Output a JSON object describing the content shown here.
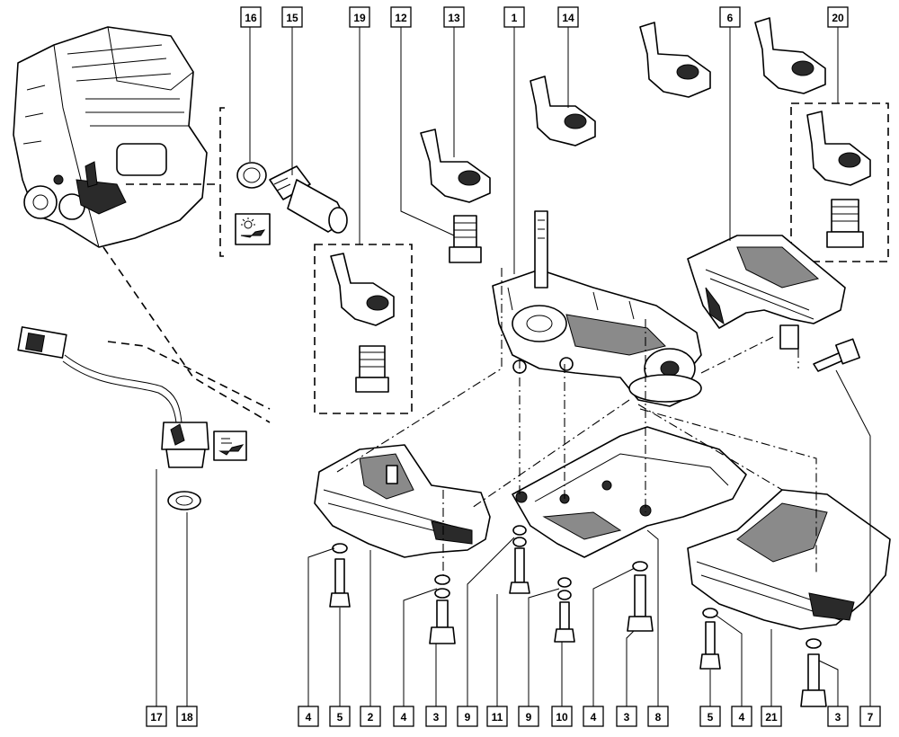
{
  "callouts": {
    "top": [
      {
        "id": "c16",
        "label": "16"
      },
      {
        "id": "c15",
        "label": "15"
      },
      {
        "id": "c19",
        "label": "19"
      },
      {
        "id": "c12",
        "label": "12"
      },
      {
        "id": "c13",
        "label": "13"
      },
      {
        "id": "c1",
        "label": "1"
      },
      {
        "id": "c14",
        "label": "14"
      },
      {
        "id": "c6",
        "label": "6"
      },
      {
        "id": "c20",
        "label": "20"
      }
    ],
    "bottom": [
      {
        "id": "b17",
        "label": "17"
      },
      {
        "id": "b18",
        "label": "18"
      },
      {
        "id": "b4a",
        "label": "4"
      },
      {
        "id": "b5a",
        "label": "5"
      },
      {
        "id": "b2",
        "label": "2"
      },
      {
        "id": "b4b",
        "label": "4"
      },
      {
        "id": "b3a",
        "label": "3"
      },
      {
        "id": "b9a",
        "label": "9"
      },
      {
        "id": "b11",
        "label": "11"
      },
      {
        "id": "b9b",
        "label": "9"
      },
      {
        "id": "b10",
        "label": "10"
      },
      {
        "id": "b4c",
        "label": "4"
      },
      {
        "id": "b3b",
        "label": "3"
      },
      {
        "id": "b8",
        "label": "8"
      },
      {
        "id": "b5b",
        "label": "5"
      },
      {
        "id": "b4d",
        "label": "4"
      },
      {
        "id": "b21",
        "label": "21"
      },
      {
        "id": "b3c",
        "label": "3"
      },
      {
        "id": "b7",
        "label": "7"
      }
    ]
  },
  "icons": [
    "oil-pressure-warning-icon",
    "oil-level-icon"
  ]
}
